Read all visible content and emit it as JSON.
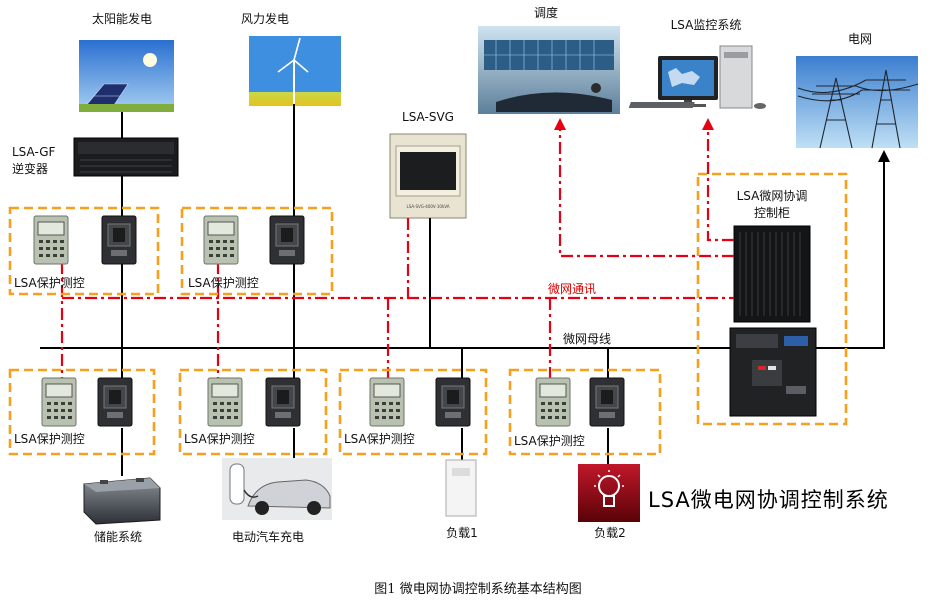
{
  "top": {
    "solar": "太阳能发电",
    "wind": "风力发电",
    "dispatch": "调度",
    "monitor": "LSA监控系统",
    "grid": "电网",
    "svg_label": "LSA-SVG",
    "inverter_line1": "LSA-GF",
    "inverter_line2": "逆变器"
  },
  "controller": {
    "line1": "LSA微网协调",
    "line2": "控制柜"
  },
  "bus": {
    "comm": "微网通讯",
    "bus_label": "微网母线"
  },
  "protection_label": "LSA保护测控",
  "bottom": {
    "storage": "储能系统",
    "ev": "电动汽车充电",
    "load1": "负载1",
    "load2": "负载2"
  },
  "system_title": "LSA微电网协调控制系统",
  "figure_caption": "图1 微电网协调控制系统基本结构图",
  "svg_panel_text": "LSA-SVG-400V-10kVA",
  "colors": {
    "dash_orange": "#f5a11f",
    "comm_red": "#e60012",
    "line_black": "#000000"
  }
}
